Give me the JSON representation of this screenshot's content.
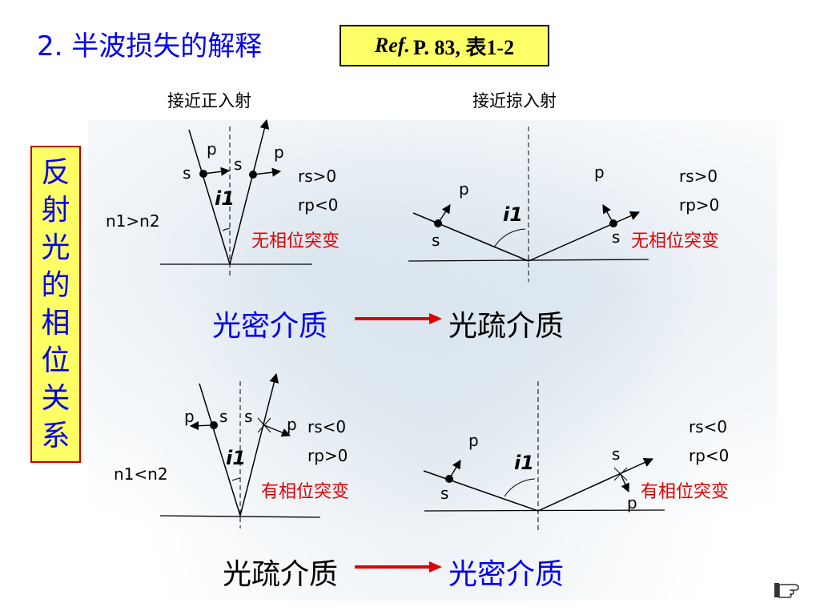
{
  "title": "2. 半波损失的解释",
  "ref": {
    "prefix": "Ref.",
    "rest": "P. 83, 表1-2"
  },
  "side_chars": [
    "反",
    "射",
    "光",
    "的",
    "相",
    "位",
    "关",
    "系"
  ],
  "labels": {
    "normal_incidence": "接近正入射",
    "grazing_incidence": "接近掠入射",
    "cond_top": "n1>n2",
    "cond_bottom": "n1<n2"
  },
  "diagram": {
    "p": "p",
    "s": "s",
    "i1": "i1",
    "rs_pos": "rs>0",
    "rp_neg": "rp<0",
    "rp_pos": "rp>0",
    "rs_neg": "rs<0",
    "no_jump": "无相位突变",
    "has_jump": "有相位突变"
  },
  "media": {
    "dense": "光密介质",
    "sparse": "光疏介质"
  },
  "colors": {
    "blue": "#0000ee",
    "red": "#e00000",
    "yellow": "#ffff66"
  }
}
